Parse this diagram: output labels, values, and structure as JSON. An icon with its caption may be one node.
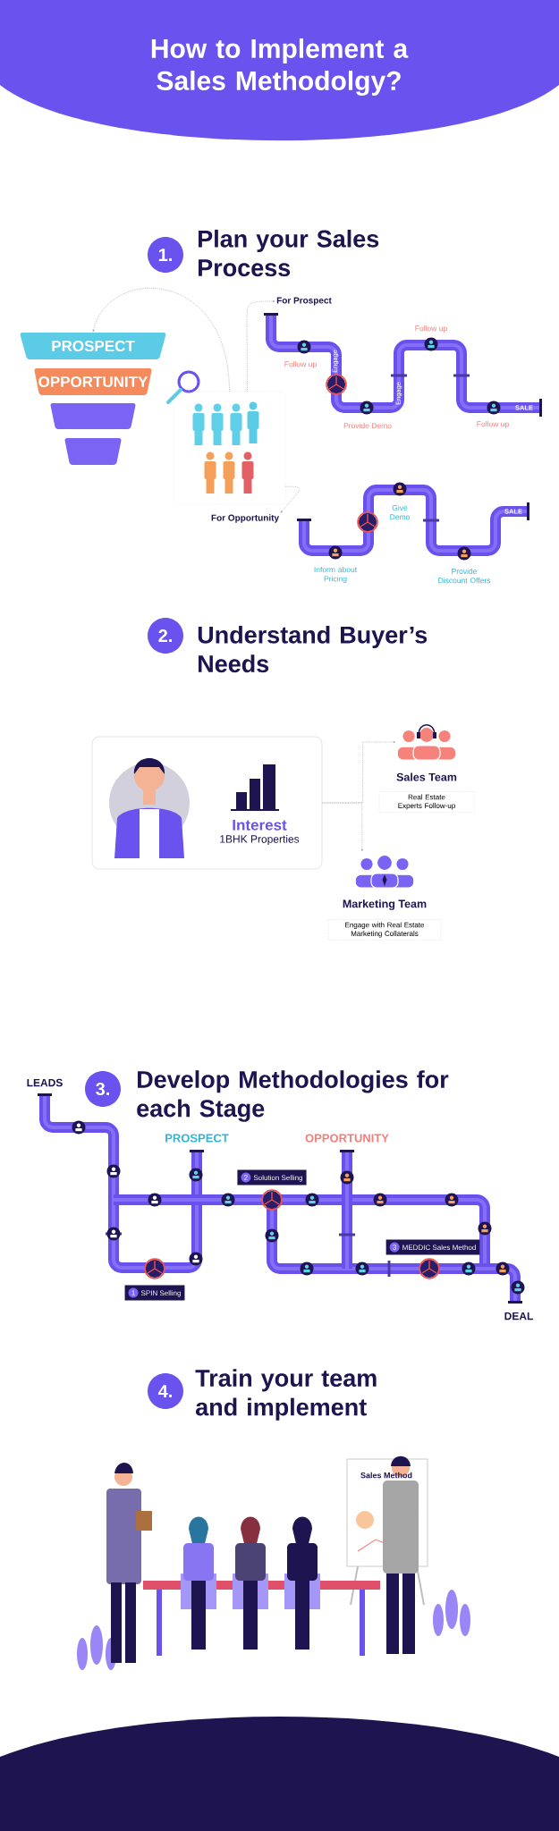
{
  "diagram": {
    "title": "How to Implement a Sales Methodolgy?",
    "nodes": [
      {
        "text": [
          "PROSPECT"
        ]
      },
      {
        "text": [
          "OPPORTUNITY"
        ]
      },
      {
        "text": [],
        "shape": "bar"
      },
      {
        "text": [],
        "shape": "bar"
      },
      {
        "text": [],
        "shape": "box"
      },
      {
        "text": [
          "For Prospect"
        ]
      },
      {
        "text": [
          "For Opportunity"
        ]
      },
      {
        "text": [
          "Interest",
          "1BHK Properties"
        ]
      },
      {
        "text": [
          "Sales Team",
          "Real Estate Experts Follow-up"
        ]
      },
      {
        "text": [
          "Marketing Team",
          "Engage with Real Estate Marketing Collaterals"
        ]
      },
      {
        "text": [
          "1",
          "SPIN Selling"
        ]
      },
      {
        "text": [
          "2",
          "Solution Selling"
        ]
      },
      {
        "text": [
          "3",
          "MEDDIC Sales Method"
        ]
      }
    ],
    "edges": [
      {
        "from": 4,
        "to": 0,
        "arrow": "to",
        "style": "dashed"
      },
      {
        "from": 4,
        "to": 5,
        "arrow": "to",
        "style": "dashed"
      },
      {
        "from": 4,
        "to": 6,
        "arrow": "to",
        "style": "dashed"
      },
      {
        "from": 7,
        "to": 8,
        "arrow": "to",
        "style": "dashed"
      },
      {
        "from": 7,
        "to": 9,
        "arrow": "to",
        "style": "dashed"
      }
    ],
    "labels": [
      "1.",
      "Plan your Sales Process",
      "Follow up",
      "Follow up",
      "Engage",
      "Engage",
      "Provide Demo",
      "Follow up",
      "SALE",
      "Give Demo",
      "SALE",
      "Inform about Pricing",
      "Provide Discount Offers",
      "2.",
      "Understand Buyer’s Needs",
      "3.",
      "Develop Methodologies for each Stage",
      "LEADS",
      "PROSPECT",
      "OPPORTUNITY",
      "DEAL",
      "4.",
      "Train your team and implement",
      "Sales Method"
    ]
  }
}
